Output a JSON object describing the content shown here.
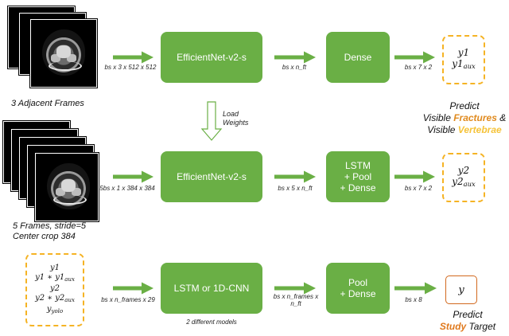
{
  "rows": [
    {
      "stack_caption": "3 Adjacent Frames",
      "input_dim": "bs x 3 x 512 x 512",
      "model": "EfficientNet-v2-s",
      "mid_dim": "bs x n_ft",
      "head": "Dense",
      "out_dim": "bs x 7 x 2",
      "outputs": [
        "y1",
        "y1",
        "aux"
      ]
    },
    {
      "stack_caption_1": "5 Frames, stride=5",
      "stack_caption_2": "Center crop 384",
      "input_dim": "5bs x 1 x 384 x 384",
      "model": "EfficientNet-v2-s",
      "mid_dim": "bs x 5 x n_ft",
      "head": "LSTM\n+ Pool\n+ Dense",
      "out_dim": "bs x 7 x 2",
      "outputs": [
        "y2",
        "y2",
        "aux"
      ]
    },
    {
      "inputs": {
        "l1": "y1",
        "l2a": "y1 ∗ y1",
        "l2b": "aux",
        "l3": "y2",
        "l4a": "y2 ∗ y2",
        "l4b": "aux",
        "l5a": "y",
        "l5b": "yolo"
      },
      "input_dim": "bs x n_frames x 29",
      "model": "LSTM or 1D-CNN",
      "model_note": "2 different models",
      "mid_dim": "bs x n_frames x\nn_ft",
      "head": "Pool\n+ Dense",
      "out_dim": "bs x 8",
      "output": "y"
    }
  ],
  "load_weights": "Load\nWeights",
  "predict_top": {
    "line1": "Predict",
    "line2a": "Visible ",
    "line2b": "Fractures",
    "line2c": " &",
    "line3a": "Visible ",
    "line3b": "Vertebrae"
  },
  "predict_bottom": {
    "line1": "Predict",
    "line2a": "Study",
    "line2b": " Target"
  },
  "colors": {
    "box_green": "#6aaf45",
    "arrow_green": "#6aaf45",
    "dashed_orange": "#f5b324",
    "fracture_orange": "#e08a1e",
    "vertebrae_yellow": "#f5c33a",
    "target_border": "#d2691e"
  }
}
